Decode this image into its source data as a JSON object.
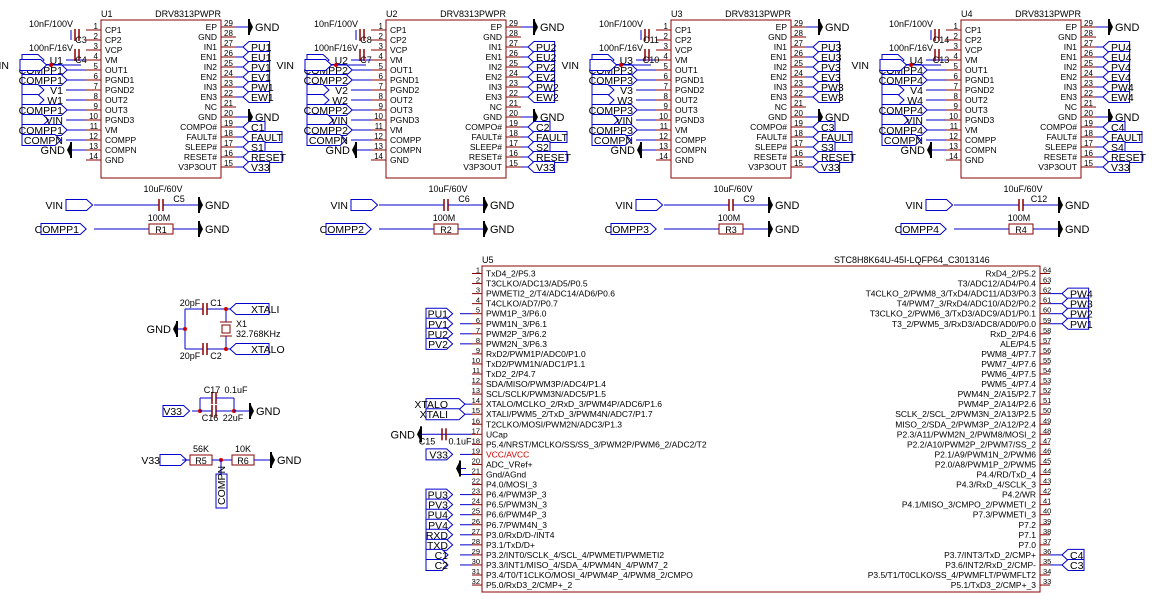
{
  "title": "",
  "drivers": [
    {
      "ref": "U1",
      "part": "DRV8313PWPR",
      "cap_cp_val": "10nF/100V",
      "cap_cp_ref": "C3",
      "cap_vcp_val": "100nF/16V",
      "cap_vcp_ref": "C4",
      "vin": "VIN",
      "left_nets": [
        "",
        "",
        "",
        "U1",
        "COMPP1",
        "COMPP1",
        "V1",
        "W1",
        "COMPP1",
        "VIN",
        "COMPP1",
        "COMPN",
        "GND"
      ],
      "right_nets": [
        "GND",
        "",
        "PU1",
        "EU1",
        "PV1",
        "EV1",
        "PW1",
        "EW1",
        "",
        "GND",
        "C1",
        "FAULT",
        "S1",
        "RESET",
        "V33"
      ],
      "bulk_val": "10uF/60V",
      "bulk_ref": "C5",
      "bulk_net": "VIN",
      "res_val": "100M",
      "res_ref": "R1",
      "res_net": "COMPP1",
      "gnd": "GND"
    },
    {
      "ref": "U2",
      "part": "DRV8313PWPR",
      "cap_cp_val": "10nF/100V",
      "cap_cp_ref": "C8",
      "cap_vcp_val": "100nF/16V",
      "cap_vcp_ref": "C7",
      "vin": "VIN",
      "left_nets": [
        "",
        "",
        "",
        "U2",
        "COMPP2",
        "COMPP2",
        "V2",
        "W2",
        "COMPP2",
        "VIN",
        "COMPP2",
        "COMPN",
        "GND"
      ],
      "right_nets": [
        "GND",
        "",
        "PU2",
        "EU2",
        "PV2",
        "EV2",
        "PW2",
        "EW2",
        "",
        "GND",
        "C2",
        "FAULT",
        "S2",
        "RESET",
        "V33"
      ],
      "bulk_val": "10uF/60V",
      "bulk_ref": "C6",
      "bulk_net": "VIN",
      "res_val": "100M",
      "res_ref": "R2",
      "res_net": "COMPP2",
      "gnd": "GND"
    },
    {
      "ref": "U3",
      "part": "DRV8313PWPR",
      "cap_cp_val": "10nF/100V",
      "cap_cp_ref": "C11",
      "cap_vcp_val": "100nF/16V",
      "cap_vcp_ref": "C10",
      "vin": "VIN",
      "left_nets": [
        "",
        "",
        "",
        "U3",
        "COMPP3",
        "COMPP3",
        "V3",
        "W3",
        "COMPP3",
        "VIN",
        "COMPP3",
        "COMPN",
        "GND"
      ],
      "right_nets": [
        "GND",
        "",
        "PU3",
        "EU3",
        "PV3",
        "EV3",
        "PW3",
        "EW3",
        "",
        "GND",
        "C3",
        "FAULT",
        "S3",
        "RESET",
        "V33"
      ],
      "bulk_val": "10uF/60V",
      "bulk_ref": "C9",
      "bulk_net": "VIN",
      "res_val": "100M",
      "res_ref": "R3",
      "res_net": "COMPP3",
      "gnd": "GND"
    },
    {
      "ref": "U4",
      "part": "DRV8313PWPR",
      "cap_cp_val": "10nF/100V",
      "cap_cp_ref": "C14",
      "cap_vcp_val": "100nF/16V",
      "cap_vcp_ref": "C13",
      "vin": "VIN",
      "left_nets": [
        "",
        "",
        "",
        "U4",
        "COMPP4",
        "COMPP4",
        "V4",
        "W4",
        "COMPP4",
        "VIN",
        "COMPP4",
        "COMPN",
        "GND"
      ],
      "right_nets": [
        "GND",
        "",
        "PU4",
        "EU4",
        "PV4",
        "EV4",
        "PW4",
        "EW4",
        "",
        "GND",
        "C4",
        "FAULT",
        "S4",
        "RESET",
        "V33"
      ],
      "bulk_val": "10uF/60V",
      "bulk_ref": "C12",
      "bulk_net": "VIN",
      "res_val": "100M",
      "res_ref": "R4",
      "res_net": "COMPP4",
      "gnd": "GND"
    }
  ],
  "drv_left_pins": [
    {
      "num": "1",
      "name": "CP1"
    },
    {
      "num": "2",
      "name": "CP2"
    },
    {
      "num": "3",
      "name": "VCP"
    },
    {
      "num": "4",
      "name": "VM"
    },
    {
      "num": "5",
      "name": "OUT1"
    },
    {
      "num": "6",
      "name": "PGND1"
    },
    {
      "num": "7",
      "name": "PGND2"
    },
    {
      "num": "8",
      "name": "OUT2"
    },
    {
      "num": "9",
      "name": "OUT3"
    },
    {
      "num": "10",
      "name": "PGND3"
    },
    {
      "num": "11",
      "name": "VM"
    },
    {
      "num": "12",
      "name": "COMPP"
    },
    {
      "num": "13",
      "name": "COMPN"
    },
    {
      "num": "14",
      "name": "GND"
    }
  ],
  "drv_right_pins": [
    {
      "num": "29",
      "name": "EP"
    },
    {
      "num": "28",
      "name": "GND"
    },
    {
      "num": "27",
      "name": "IN1"
    },
    {
      "num": "26",
      "name": "EN1"
    },
    {
      "num": "25",
      "name": "IN2"
    },
    {
      "num": "24",
      "name": "EN2"
    },
    {
      "num": "23",
      "name": "IN3"
    },
    {
      "num": "22",
      "name": "EN3"
    },
    {
      "num": "21",
      "name": "NC"
    },
    {
      "num": "20",
      "name": "GND"
    },
    {
      "num": "19",
      "name": "COMPO#"
    },
    {
      "num": "18",
      "name": "FAULT#"
    },
    {
      "num": "17",
      "name": "SLEEP#"
    },
    {
      "num": "16",
      "name": "RESET#"
    },
    {
      "num": "15",
      "name": "V3P3OUT"
    }
  ],
  "mcu": {
    "ref": "U5",
    "part": "STC8H8K64U-45I-LQFP64_C3013146",
    "left_pins": [
      {
        "num": "1",
        "name": "TxD4_2/P5.3",
        "net": ""
      },
      {
        "num": "2",
        "name": "T3CLKO/ADC13/AD5/P0.5",
        "net": ""
      },
      {
        "num": "3",
        "name": "PWMETI2_2/T4/ADC14/AD6/P0.6",
        "net": ""
      },
      {
        "num": "4",
        "name": "T4CLKO/AD7/P0.7",
        "net": ""
      },
      {
        "num": "5",
        "name": "PWM1P_3/P6.0",
        "net": "PU1"
      },
      {
        "num": "6",
        "name": "PWM1N_3/P6.1",
        "net": "PV1"
      },
      {
        "num": "7",
        "name": "PWM2P_3/P6.2",
        "net": "PU2"
      },
      {
        "num": "8",
        "name": "PWM2N_3/P6.3",
        "net": "PV2"
      },
      {
        "num": "9",
        "name": "RxD2/PWM1P/ADC0/P1.0",
        "net": ""
      },
      {
        "num": "10",
        "name": "TxD2/PWM1N/ADC1/P1.1",
        "net": ""
      },
      {
        "num": "11",
        "name": "TxD2_2/P4.7",
        "net": ""
      },
      {
        "num": "12",
        "name": "SDA/MISO/PWM3P/ADC4/P1.4",
        "net": ""
      },
      {
        "num": "13",
        "name": "SCL/SCLK/PWM3N/ADC5/P1.5",
        "net": ""
      },
      {
        "num": "14",
        "name": "XTALO/MCLKO_2/RxD_3/PWM4P/ADC6/P1.6",
        "net": "XTALO"
      },
      {
        "num": "15",
        "name": "XTALI/PWM5_2/TxD_3/PWM4N/ADC7/P1.7",
        "net": "XTALI"
      },
      {
        "num": "16",
        "name": "T2CLKO/MOSI/PWM2N/ADC3/P1.3",
        "net": ""
      },
      {
        "num": "17",
        "name": "UCap",
        "net": ""
      },
      {
        "num": "18",
        "name": "P5.4/NRST/MCLKO/SS/SS_3/PWM2P/PWM6_2/ADC2/T2",
        "net": ""
      },
      {
        "num": "19",
        "name": "VCC/AVCC",
        "net": "V33"
      },
      {
        "num": "20",
        "name": "ADC_VRef+",
        "net": ""
      },
      {
        "num": "21",
        "name": "Gnd/AGnd",
        "net": ""
      },
      {
        "num": "22",
        "name": "P4.0/MOSI_3",
        "net": ""
      },
      {
        "num": "23",
        "name": "P6.4/PWM3P_3",
        "net": "PU3"
      },
      {
        "num": "24",
        "name": "P6.5/PWM3N_3",
        "net": "PV3"
      },
      {
        "num": "25",
        "name": "P6.6/PWM4P_3",
        "net": "PU4"
      },
      {
        "num": "26",
        "name": "P6.7/PWM4N_3",
        "net": "PV4"
      },
      {
        "num": "27",
        "name": "P3.0/RxD/D-/INT4",
        "net": "RXD"
      },
      {
        "num": "28",
        "name": "P3.1/TxD/D+",
        "net": "TXD"
      },
      {
        "num": "29",
        "name": "P3.2/INT0/SCLK_4/SCL_4/PWMETI/PWMETI2",
        "net": "C1"
      },
      {
        "num": "30",
        "name": "P3.3/INT1/MISO_4/SDA_4/PWM4N_4/PWM7_2",
        "net": "C2"
      },
      {
        "num": "31",
        "name": "P3.4/T0/T1CLKO/MOSI_4/PWM4P_4/PWM8_2/CMPO",
        "net": ""
      },
      {
        "num": "32",
        "name": "P5.0/RxD3_2/CMP+_2",
        "net": ""
      }
    ],
    "right_pins": [
      {
        "num": "64",
        "name": "RxD4_2/P5.2",
        "net": ""
      },
      {
        "num": "63",
        "name": "T3/ADC12/AD4/P0.4",
        "net": ""
      },
      {
        "num": "62",
        "name": "T4CLKO_2/PWM8_3/TxD4/ADC11/AD3/P0.3",
        "net": "PW4"
      },
      {
        "num": "61",
        "name": "T4/PWM7_3/RxD4/ADC10/AD2/P0.2",
        "net": "PW3"
      },
      {
        "num": "60",
        "name": "T3CLKO_2/PWM6_3/TxD3/ADC9/AD1/P0.1",
        "net": "PW2"
      },
      {
        "num": "59",
        "name": "T3_2/PWM5_3/RxD3/ADC8/AD0/P0.0",
        "net": "PW1"
      },
      {
        "num": "58",
        "name": "RxD_2/P4.6",
        "net": ""
      },
      {
        "num": "57",
        "name": "ALE/P4.5",
        "net": ""
      },
      {
        "num": "56",
        "name": "PWM8_4/P7.7",
        "net": ""
      },
      {
        "num": "55",
        "name": "PWM7_4/P7.6",
        "net": ""
      },
      {
        "num": "54",
        "name": "PWM6_4/P7.5",
        "net": ""
      },
      {
        "num": "53",
        "name": "PWM5_4/P7.4",
        "net": ""
      },
      {
        "num": "52",
        "name": "PWM4N_2/A15/P2.7",
        "net": ""
      },
      {
        "num": "51",
        "name": "PWM4P_2/A14/P2.6",
        "net": ""
      },
      {
        "num": "50",
        "name": "SCLK_2/SCL_2/PWM3N_2/A13/P2.5",
        "net": ""
      },
      {
        "num": "49",
        "name": "MISO_2/SDA_2/PWM3P_2/A12/P2.4",
        "net": ""
      },
      {
        "num": "48",
        "name": "P2.3/A11/PWM2N_2/PWM8/MOSI_2",
        "net": ""
      },
      {
        "num": "47",
        "name": "P2.2/A10/PWM2P_2/PWM7/SS_2",
        "net": ""
      },
      {
        "num": "46",
        "name": "P2.1/A9/PWM1N_2/PWM6",
        "net": ""
      },
      {
        "num": "45",
        "name": "P2.0/A8/PWM1P_2/PWM5",
        "net": ""
      },
      {
        "num": "44",
        "name": "P4.4/RD/TxD_4",
        "net": ""
      },
      {
        "num": "43",
        "name": "P4.3/RxD_4/SCLK_3",
        "net": ""
      },
      {
        "num": "42",
        "name": "P4.2/WR",
        "net": ""
      },
      {
        "num": "41",
        "name": "P4.1/MISO_3/CMPO_2/PWMETI_2",
        "net": ""
      },
      {
        "num": "40",
        "name": "P7.3/PWMETI_3",
        "net": ""
      },
      {
        "num": "39",
        "name": "P7.2",
        "net": ""
      },
      {
        "num": "38",
        "name": "P7.1",
        "net": ""
      },
      {
        "num": "37",
        "name": "P7.0",
        "net": ""
      },
      {
        "num": "36",
        "name": "P3.7/INT3/TxD_2/CMP+",
        "net": "C4"
      },
      {
        "num": "35",
        "name": "P3.6/INT2/RxD_2/CMP-",
        "net": "C3"
      },
      {
        "num": "34",
        "name": "P3.5/T1/T0CLKO/SS_4/PWMFLT/PWMFLT2",
        "net": ""
      },
      {
        "num": "33",
        "name": "P5.1/TxD3_2/CMP+_3",
        "net": ""
      }
    ],
    "ucap_ref": "C15",
    "ucap_val": "0.1uF",
    "gnd": "GND"
  },
  "crystal": {
    "ref": "X1",
    "freq": "32.768KHz",
    "c1_ref": "C1",
    "c1_val": "20pF",
    "c2_ref": "C2",
    "c2_val": "20pF",
    "net_xtali": "XTALI",
    "net_xtalo": "XTALO",
    "gnd": "GND"
  },
  "decoupling": {
    "c17_ref": "C17",
    "c17_val": "0.1uF",
    "c16_ref": "C16",
    "c16_val": "22uF",
    "net_in": "V33",
    "gnd": "GND"
  },
  "divider": {
    "net_in": "V33",
    "r5_ref": "R5",
    "r5_val": "56K",
    "r6_ref": "R6",
    "r6_val": "10K",
    "tap_net": "COMPN",
    "gnd": "GND"
  },
  "colors": {
    "wire": "#0000cc",
    "symbol": "#8b0000",
    "text": "#000000",
    "ground": "#000000",
    "junction": "#cc0000",
    "label_fill": "#ffffff",
    "pin_highlight": "#cc0000"
  }
}
